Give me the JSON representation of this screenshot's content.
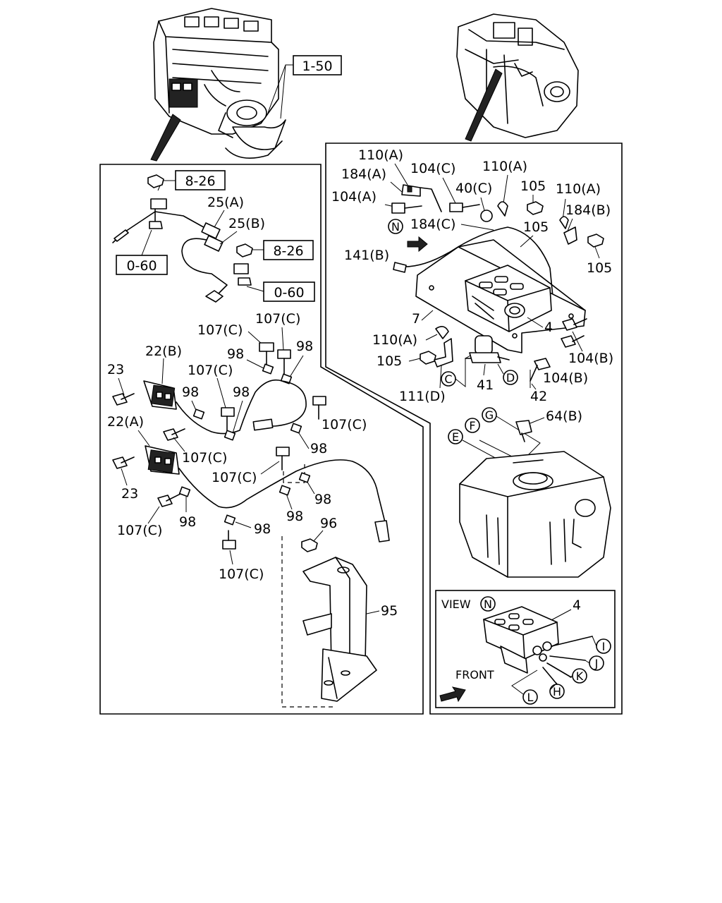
{
  "refs": {
    "r150": "1-50",
    "r826a": "8-26",
    "r826b": "8-26",
    "r060a": "0-60",
    "r060b": "0-60"
  },
  "left_labels": {
    "p25a": "25(A)",
    "p25b": "25(B)",
    "p107c_1": "107(C)",
    "p107c_2": "107(C)",
    "p98_1": "98",
    "p98_2": "98",
    "p22b": "22(B)",
    "p23_1": "23",
    "p107c_3": "107(C)",
    "p98_3": "98",
    "p98_4": "98",
    "p107c_4": "107(C)",
    "p98_5": "98",
    "p22a": "22(A)",
    "p107c_5": "107(C)",
    "p107c_6": "107(C)",
    "p98_6": "98",
    "p23_2": "23",
    "p107c_7": "107(C)",
    "p98_7": "98",
    "p98_8": "98",
    "p98_9": "98",
    "p96": "96",
    "p107c_8": "107(C)",
    "p95": "95"
  },
  "right_labels": {
    "p110a_1": "110(A)",
    "p184a": "184(A)",
    "p104c_1": "104(C)",
    "p110a_2": "110(A)",
    "p104a": "104(A)",
    "p40c": "40(C)",
    "p105_1": "105",
    "p110a_3": "110(A)",
    "p184b": "184(B)",
    "p184c": "184(C)",
    "p105_2": "105",
    "p141b": "141(B)",
    "p105_3": "105",
    "p7": "7",
    "p4": "4",
    "p110a_4": "110(A)",
    "p104b_1": "104(B)",
    "p105_4": "105",
    "p111d": "111(D)",
    "p41": "41",
    "p104b_2": "104(B)",
    "p42": "42",
    "p64b": "64(B)"
  },
  "callouts": {
    "N": "N",
    "C": "C",
    "D": "D",
    "G": "G",
    "F": "F",
    "E": "E",
    "I": "I",
    "J": "J",
    "K": "K",
    "H": "H",
    "L": "L"
  },
  "view_box": {
    "view_label": "VIEW",
    "view_callout": "N",
    "part": "4",
    "front_label": "FRONT"
  }
}
